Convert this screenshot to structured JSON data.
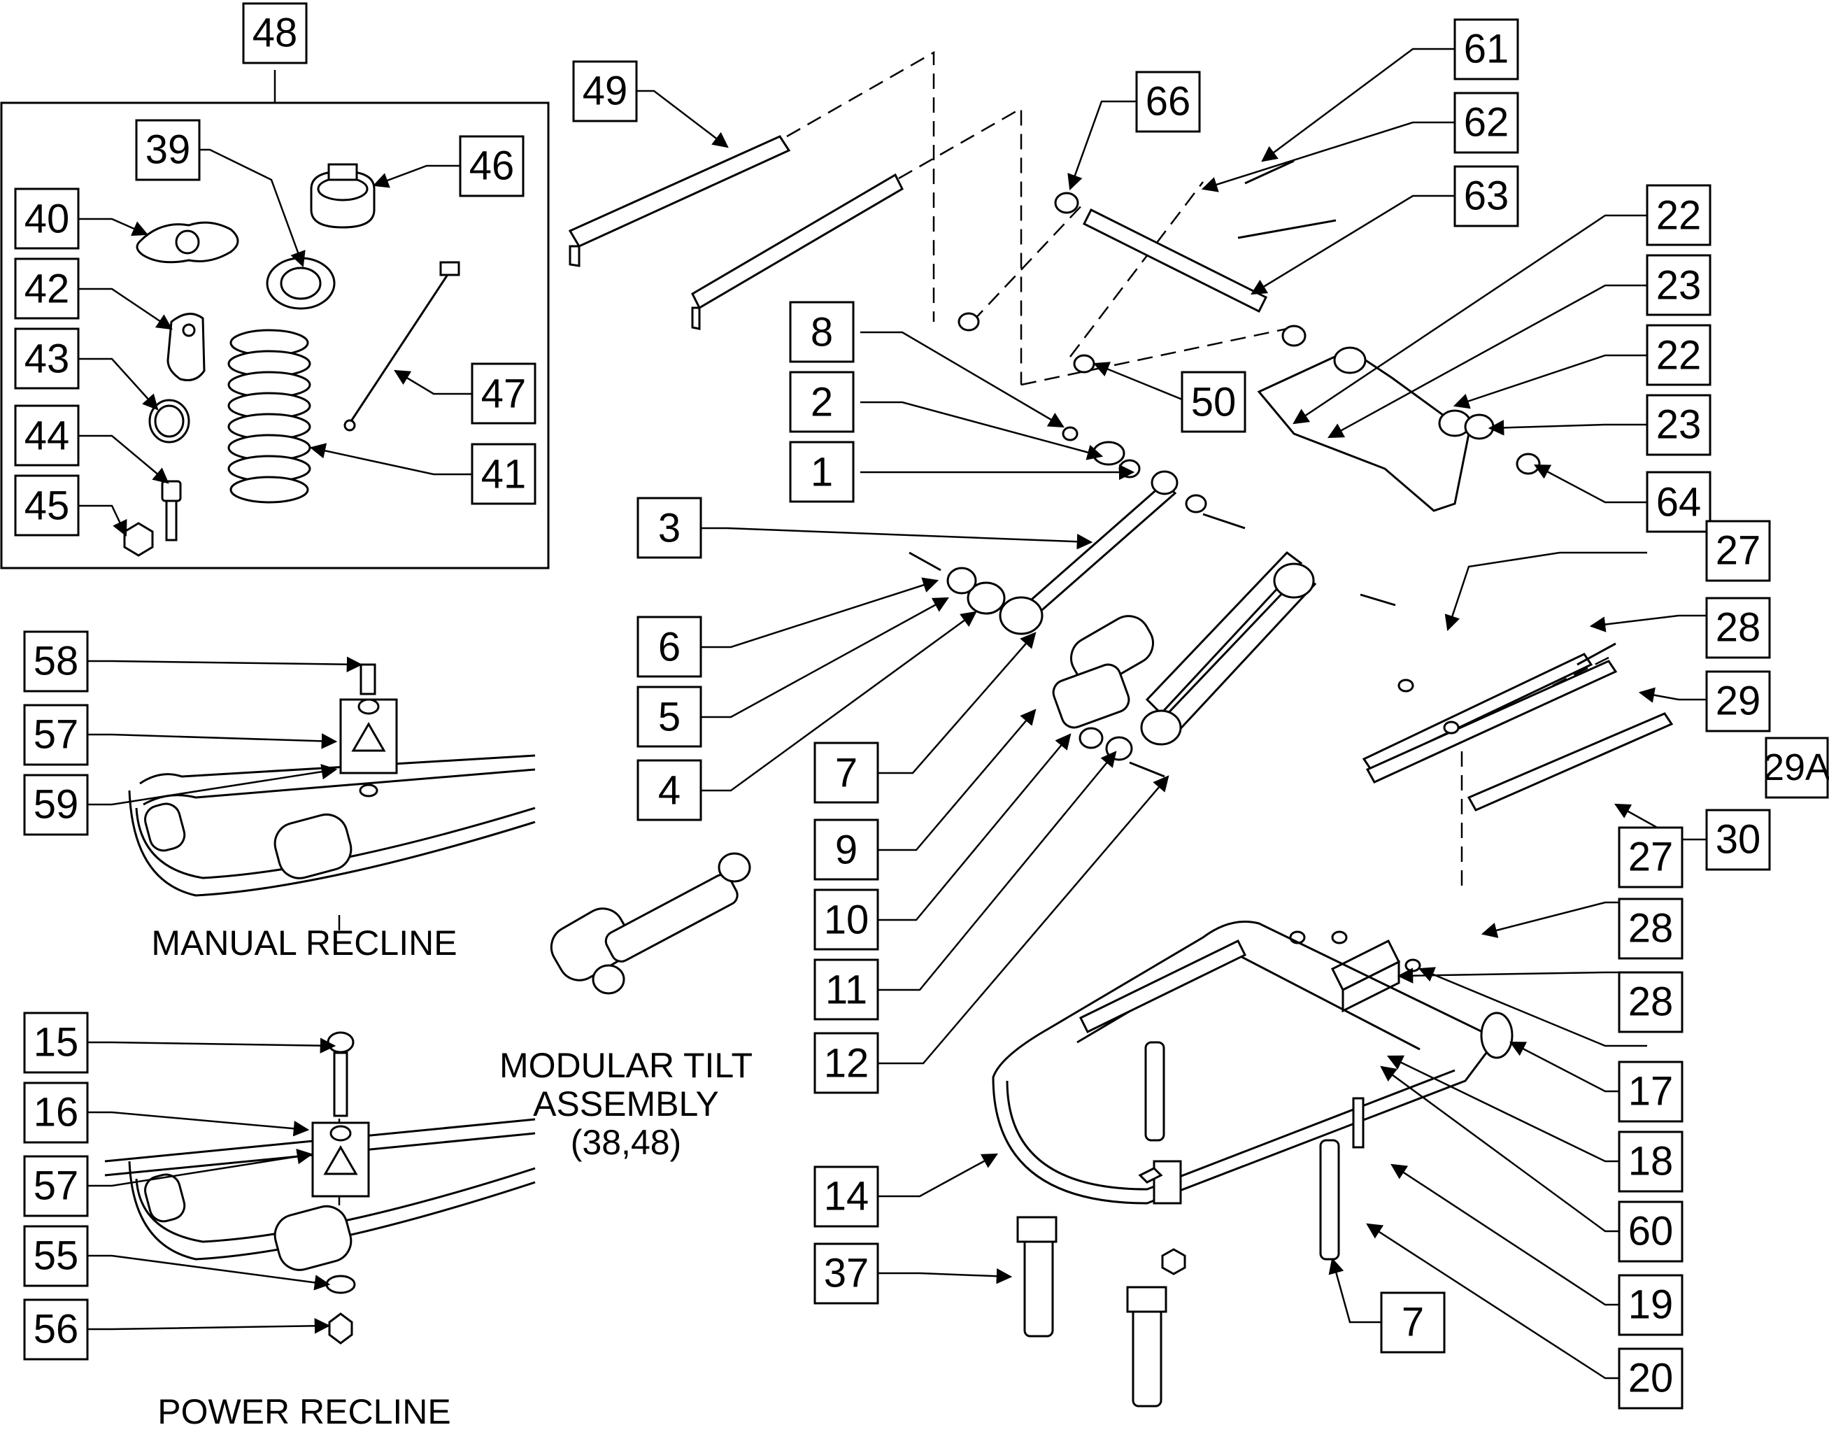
{
  "callouts": [
    "48",
    "49",
    "39",
    "46",
    "40",
    "42",
    "43",
    "44",
    "45",
    "47",
    "41",
    "66",
    "61",
    "62",
    "63",
    "22",
    "23",
    "22",
    "23",
    "64",
    "8",
    "2",
    "1",
    "50",
    "3",
    "6",
    "5",
    "4",
    "7",
    "9",
    "10",
    "11",
    "12",
    "27",
    "28",
    "29",
    "29A",
    "30",
    "27",
    "28",
    "28",
    "17",
    "18",
    "60",
    "19",
    "20",
    "14",
    "37",
    "7",
    "58",
    "57",
    "59",
    "15",
    "16",
    "57",
    "55",
    "56"
  ],
  "captions": {
    "manual_recline": "MANUAL RECLINE",
    "modular_tilt_line1": "MODULAR TILT",
    "modular_tilt_line2": "ASSEMBLY",
    "modular_tilt_line3": "(38,48)",
    "power_recline": "POWER RECLINE"
  }
}
